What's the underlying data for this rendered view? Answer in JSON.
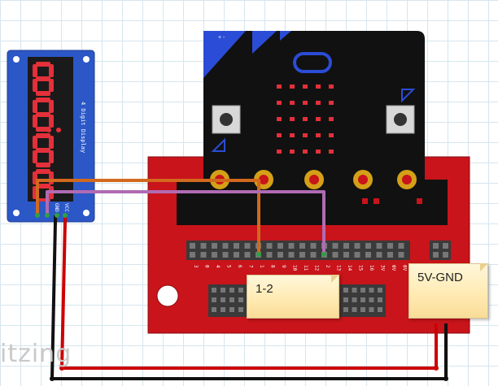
{
  "display_module": {
    "side_text": "4 Digit Display",
    "pins": [
      "GND",
      "VCC"
    ]
  },
  "microbit": {
    "led_rows": 5,
    "led_cols": 5
  },
  "breakout": {
    "pin_labels": [
      "3",
      "0",
      "4",
      "5",
      "6",
      "7",
      "1",
      "8",
      "9",
      "10",
      "11",
      "12",
      "2",
      "13",
      "14",
      "15",
      "16",
      "3V",
      "0V",
      "0V"
    ]
  },
  "notes": {
    "pin_note": "1-2",
    "power_note": "5V-GND"
  },
  "wires": {
    "orange": "#d2691e",
    "purple": "#b06bb3",
    "red": "#cc0000",
    "black": "#111111"
  },
  "colors": {
    "board_red": "#c8141a",
    "microbit_black": "#111111",
    "microbit_blue": "#2b4cd6",
    "led_red": "#e3303a",
    "display_blue": "#2b57c7"
  },
  "watermark": "itzing"
}
